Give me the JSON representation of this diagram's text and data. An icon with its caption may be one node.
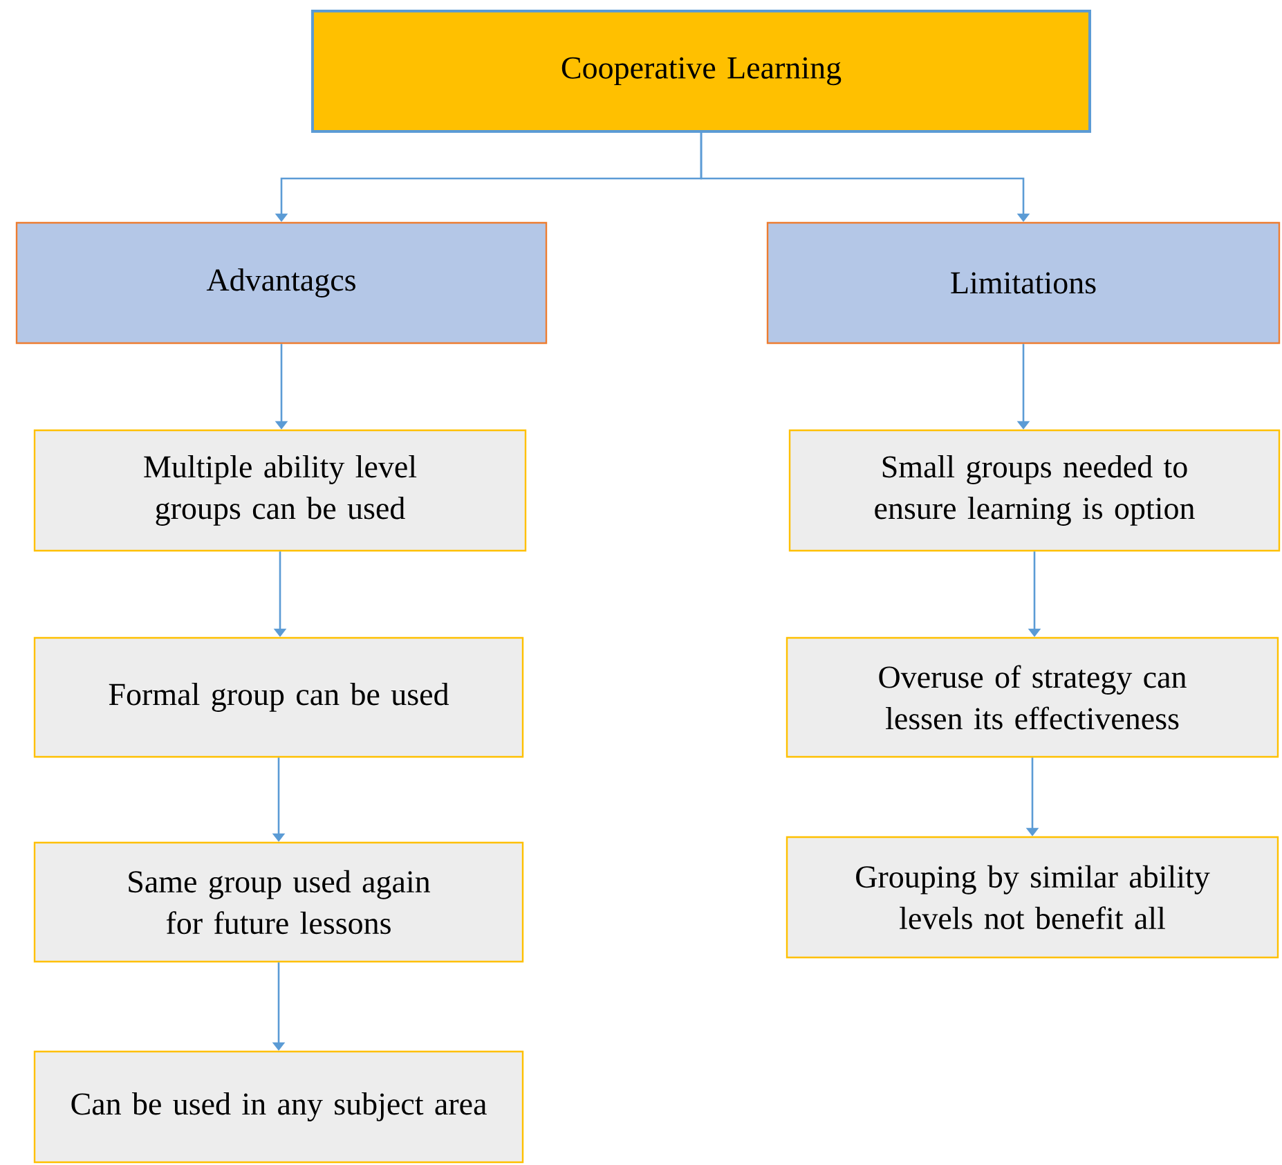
{
  "diagram": {
    "nodes": [
      {
        "text": [
          "Cooperative Learning"
        ]
      },
      {
        "text": [
          "Advantagcs"
        ]
      },
      {
        "text": [
          "Limitations"
        ]
      },
      {
        "text": [
          "Multiple ability level groups can be used"
        ]
      },
      {
        "text": [
          "Formal group can be used"
        ]
      },
      {
        "text": [
          "Same group used again for future lessons"
        ]
      },
      {
        "text": [
          "Can be used in any subject area"
        ]
      },
      {
        "text": [
          "Small groups needed to ensure learning is option"
        ]
      },
      {
        "text": [
          "Overuse of strategy can lessen its effectiveness"
        ]
      },
      {
        "text": [
          "Grouping by similar ability levels not benefit all"
        ]
      }
    ],
    "edges": [
      {
        "from": 0,
        "to": 1,
        "arrow": "to"
      },
      {
        "from": 0,
        "to": 2,
        "arrow": "to"
      },
      {
        "from": 1,
        "to": 3,
        "arrow": "to"
      },
      {
        "from": 3,
        "to": 4,
        "arrow": "to"
      },
      {
        "from": 4,
        "to": 5,
        "arrow": "to"
      },
      {
        "from": 5,
        "to": 6,
        "arrow": "to"
      },
      {
        "from": 2,
        "to": 7,
        "arrow": "to"
      },
      {
        "from": 7,
        "to": 8,
        "arrow": "to"
      },
      {
        "from": 8,
        "to": 9,
        "arrow": "to"
      }
    ]
  }
}
